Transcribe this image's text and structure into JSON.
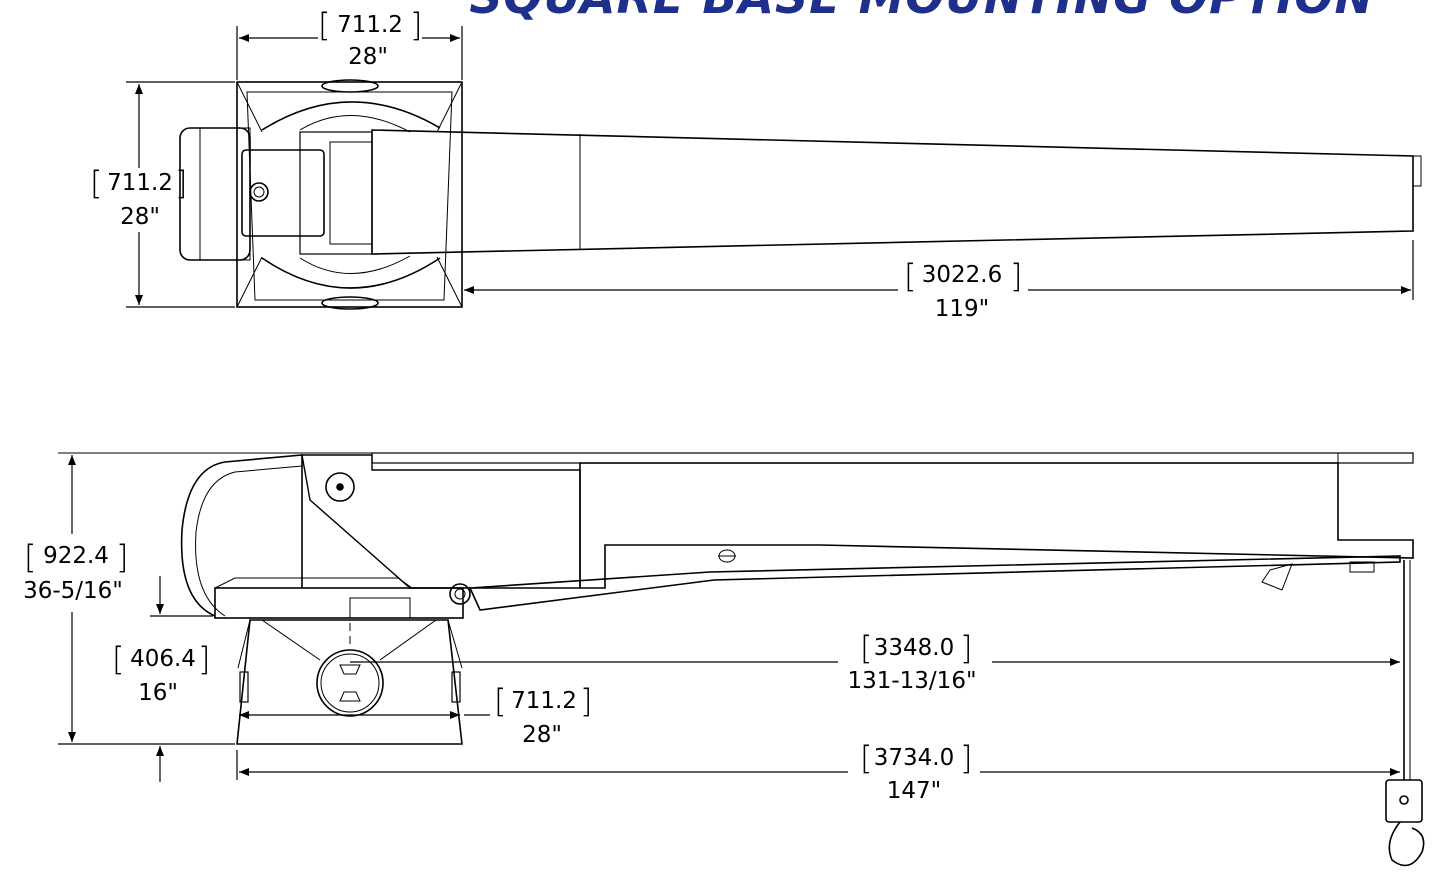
{
  "title": "SQUARE BASE MOUNTING OPTION",
  "colors": {
    "title": "#1f2f8c",
    "line": "#000000",
    "background": "#ffffff"
  },
  "top_view": {
    "base_width": {
      "mm": "711.2",
      "in": "28\""
    },
    "base_depth": {
      "mm": "711.2",
      "in": "28\""
    },
    "boom_reach": {
      "mm": "3022.6",
      "in": "119\""
    }
  },
  "side_view": {
    "overall_height": {
      "mm": "922.4",
      "in": "36-5/16\""
    },
    "base_height": {
      "mm": "406.4",
      "in": "16\""
    },
    "base_width": {
      "mm": "711.2",
      "in": "28\""
    },
    "center_to_hook": {
      "mm": "3348.0",
      "in": "131-13/16\""
    },
    "overall_length": {
      "mm": "3734.0",
      "in": "147\""
    }
  }
}
